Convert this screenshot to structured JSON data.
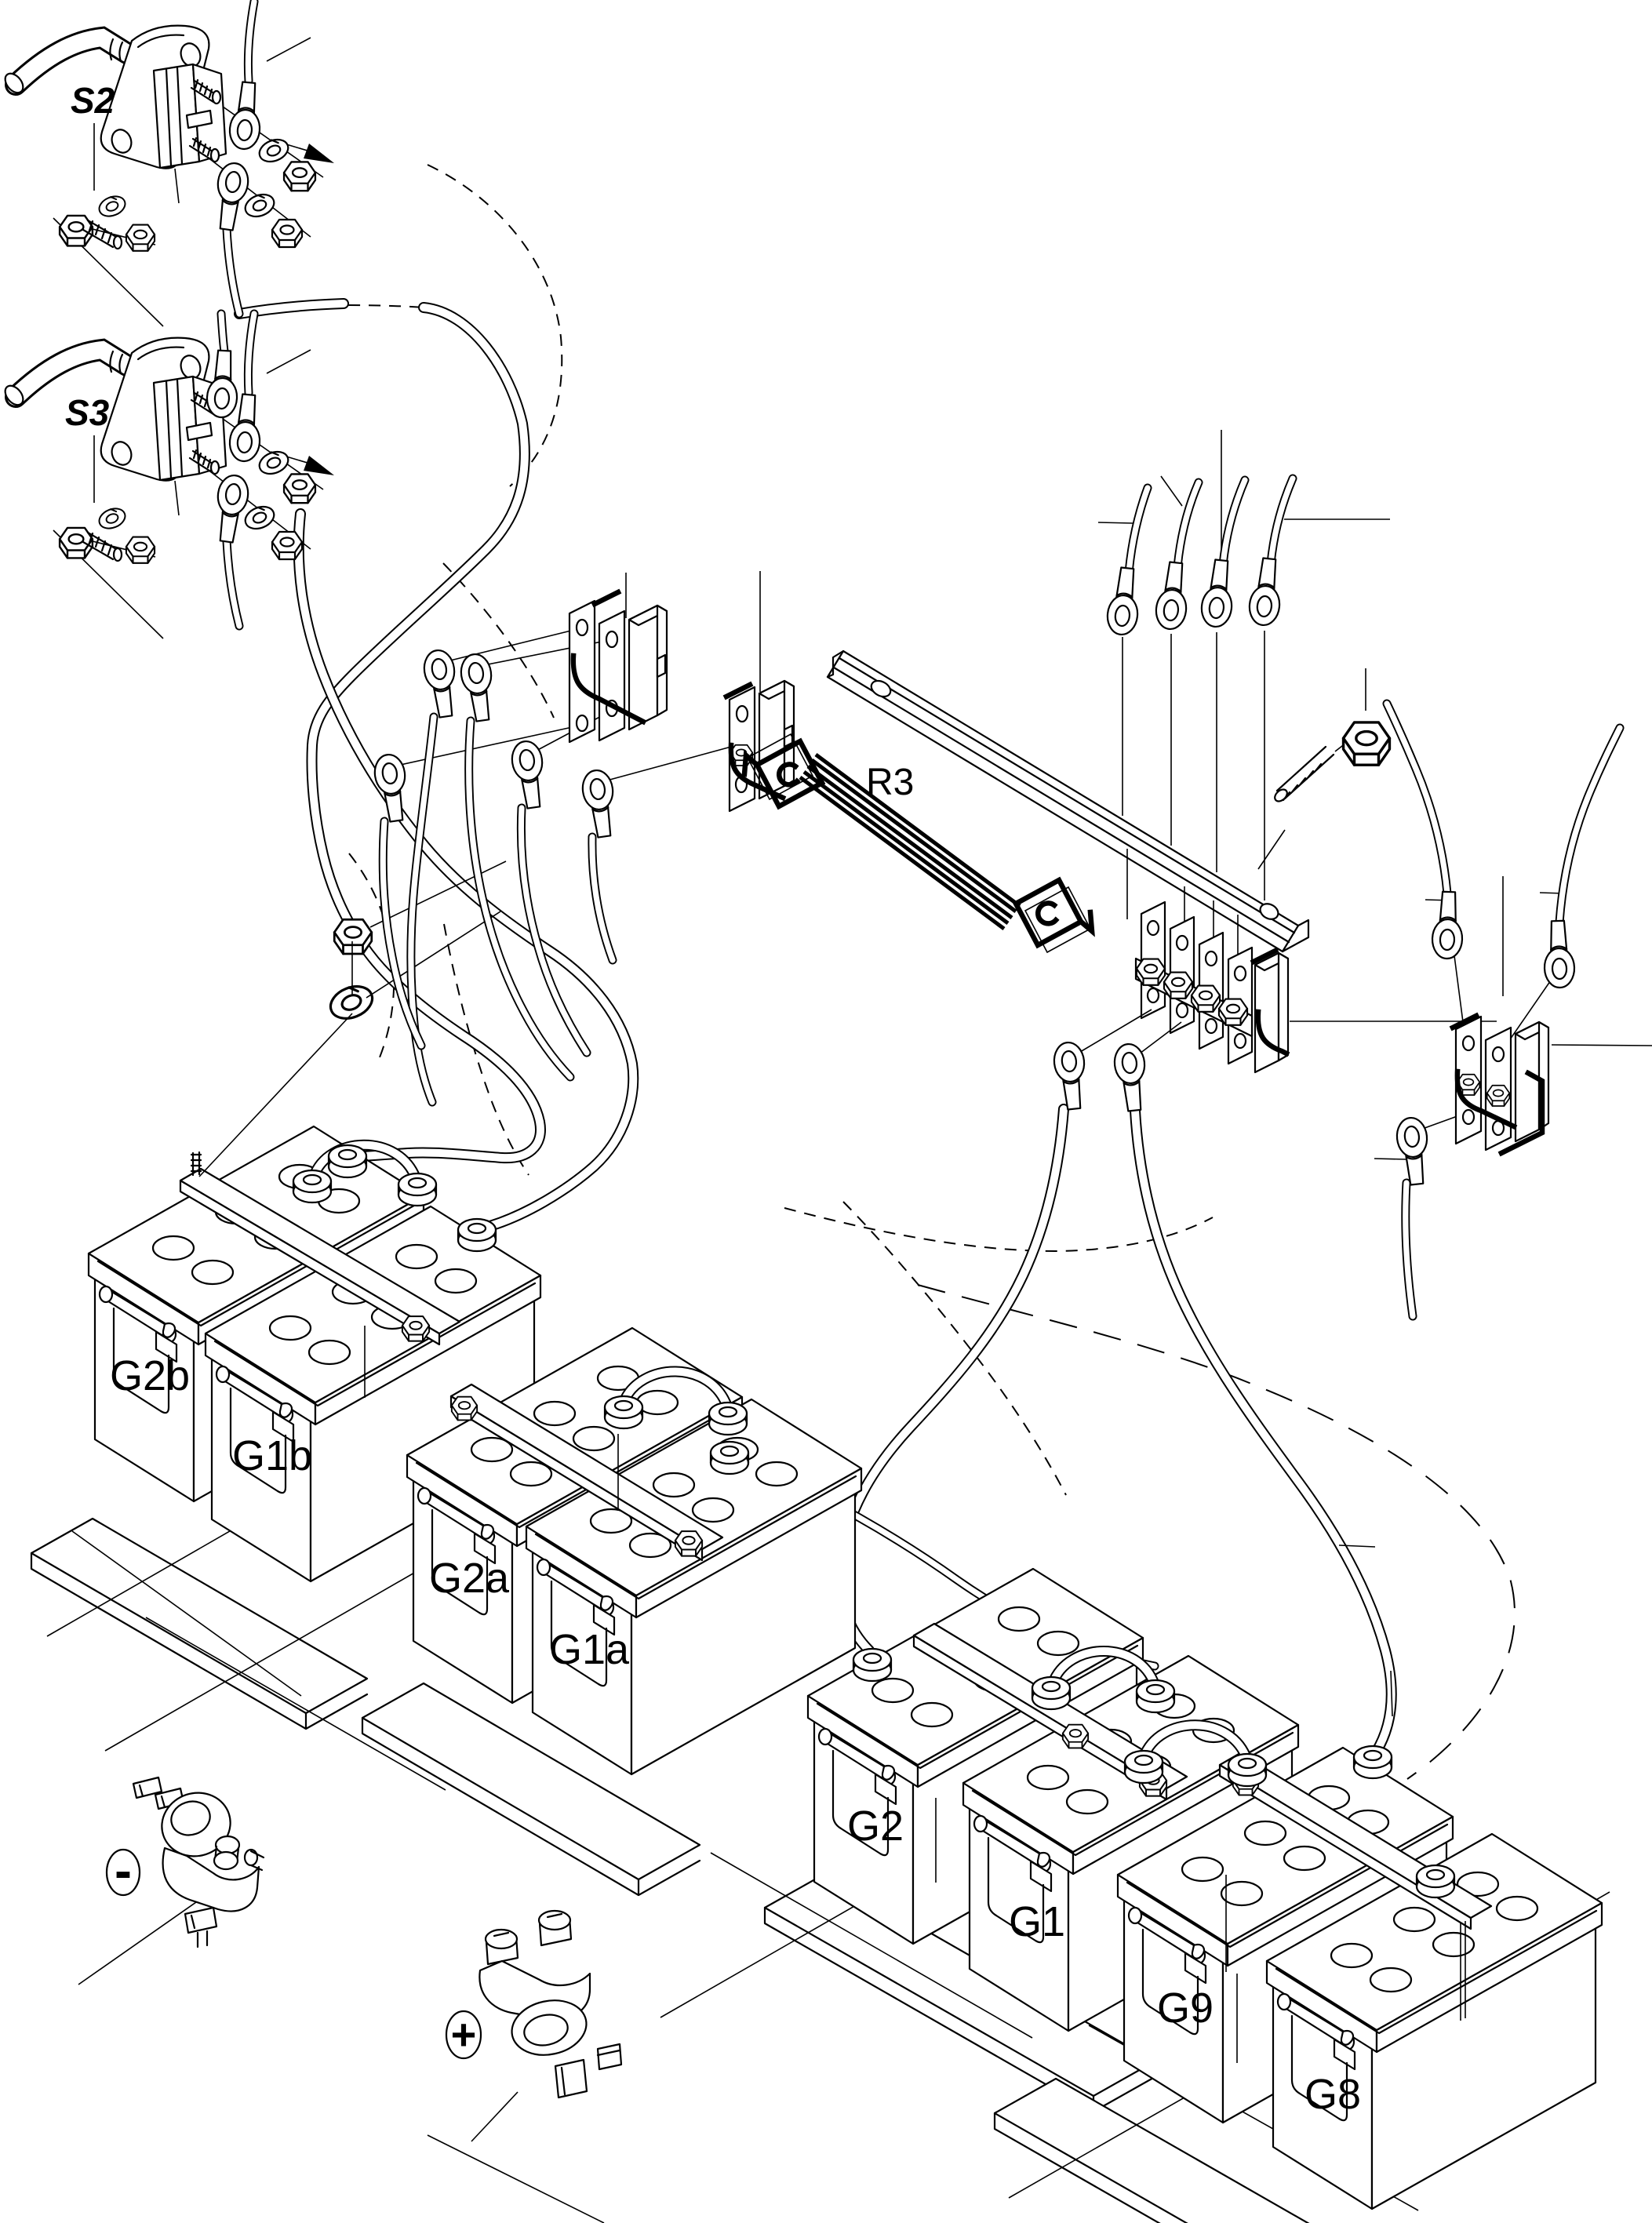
{
  "diagram": {
    "type": "exploded-parts-line-drawing",
    "subject": "battery bank with disconnect switches, resistor and terminal hardware",
    "colors": {
      "line": "#000000",
      "background": "#ffffff"
    },
    "labels": {
      "switch_top": "S2",
      "switch_bottom": "S3",
      "resistor": "R3",
      "battery_1": "G2b",
      "battery_2": "G1b",
      "battery_3": "G2a",
      "battery_4": "G1a",
      "battery_5": "G2",
      "battery_6": "G1",
      "battery_7": "G9",
      "battery_8": "G8",
      "polarity_negative": "-",
      "polarity_positive": "+"
    }
  }
}
